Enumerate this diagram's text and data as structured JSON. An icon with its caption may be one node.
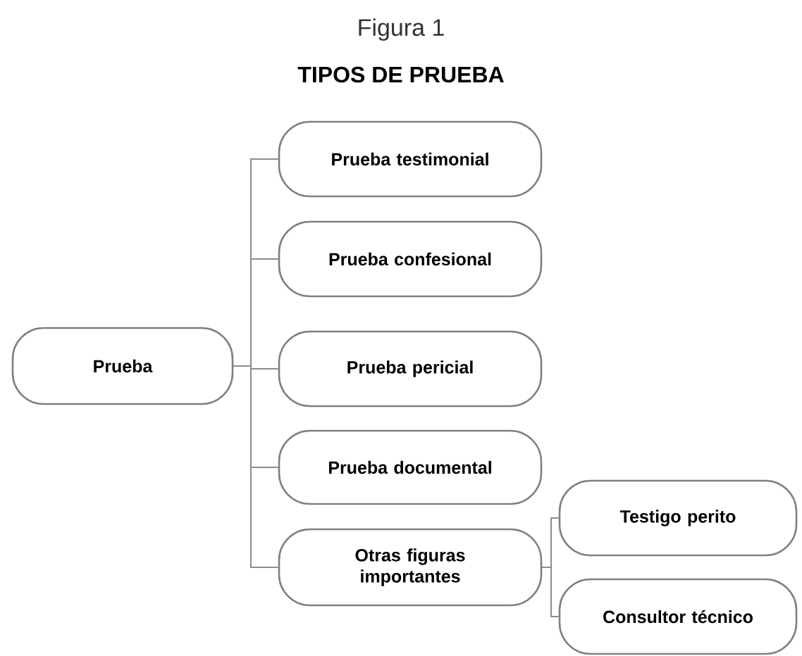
{
  "diagram": {
    "title": "TIPOS DE PRUEBA",
    "caption": "Figura 1",
    "nodes": [
      {
        "text": [
          "Prueba"
        ]
      },
      {
        "text": [
          "Prueba testimonial"
        ]
      },
      {
        "text": [
          "Prueba confesional"
        ]
      },
      {
        "text": [
          "Prueba pericial"
        ]
      },
      {
        "text": [
          "Prueba documental"
        ]
      },
      {
        "text": [
          "Otras figuras importantes"
        ]
      },
      {
        "text": [
          "Testigo perito"
        ]
      },
      {
        "text": [
          "Consultor técnico"
        ]
      }
    ],
    "edges": [
      {
        "from": 0,
        "to": 1,
        "arrow": "none"
      },
      {
        "from": 0,
        "to": 2,
        "arrow": "none"
      },
      {
        "from": 0,
        "to": 3,
        "arrow": "none"
      },
      {
        "from": 0,
        "to": 4,
        "arrow": "none"
      },
      {
        "from": 0,
        "to": 5,
        "arrow": "none"
      },
      {
        "from": 5,
        "to": 6,
        "arrow": "none"
      },
      {
        "from": 5,
        "to": 7,
        "arrow": "none"
      }
    ]
  }
}
